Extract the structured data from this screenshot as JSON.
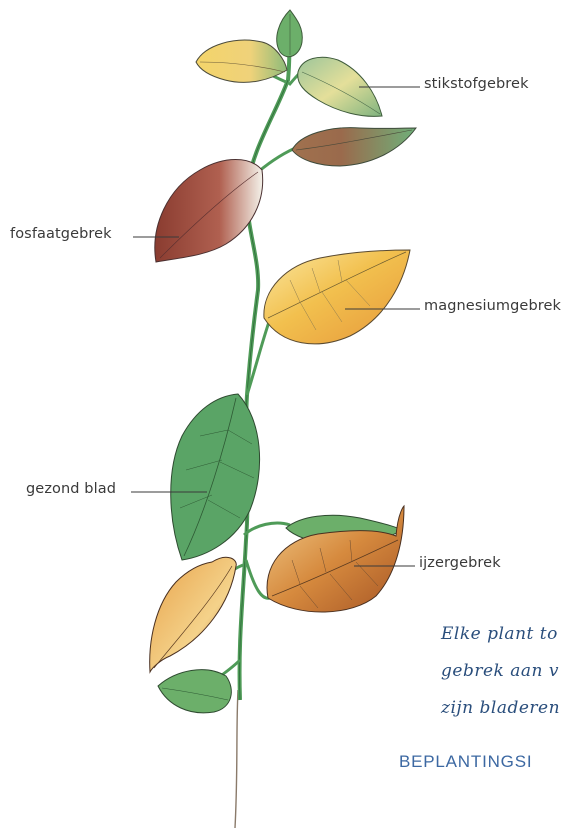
{
  "labels": {
    "nitrogen": "stikstofgebrek",
    "phosphate": "fosfaatgebrek",
    "magnesium": "magnesiumgebrek",
    "healthy": "gezond blad",
    "iron": "ijzergebrek"
  },
  "caption": {
    "line1": "Elke plant to",
    "line2": "gebrek aan v",
    "line3": "zijn bladeren"
  },
  "heading": "BEPLANTINGSI",
  "colors": {
    "stem": "#4f9b58",
    "healthy_leaf": "#5aa466",
    "yellow_leaf": "#f2c04e",
    "brown_leaf": "#a9573d",
    "heading": "#3c68a2"
  }
}
